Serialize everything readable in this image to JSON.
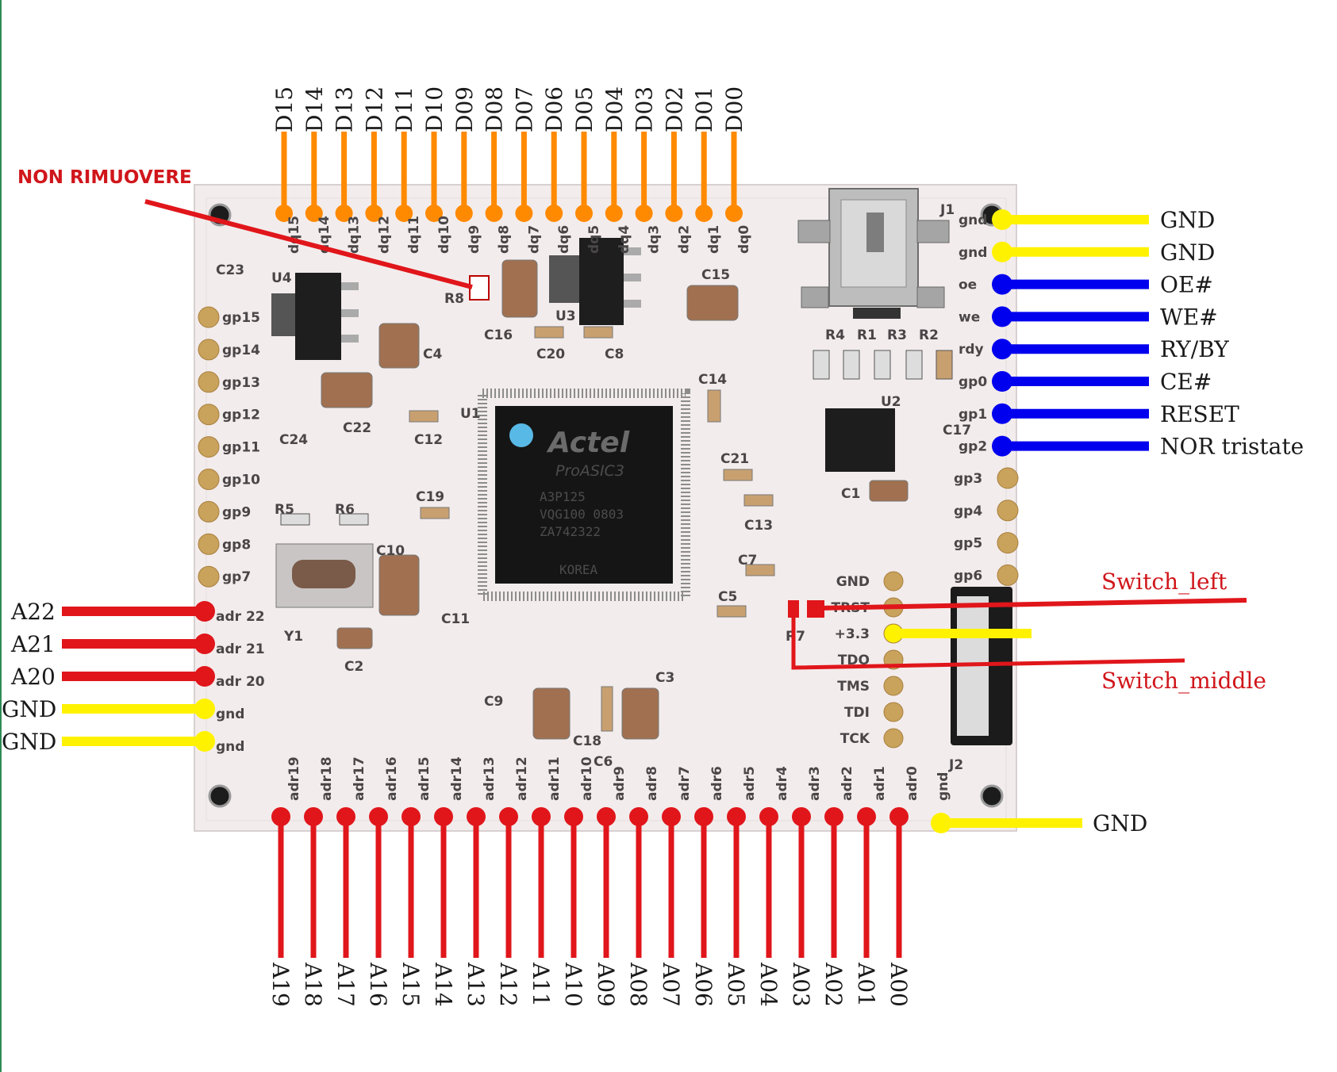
{
  "board": {
    "note_label": "NON RIMUOVERE",
    "chip": {
      "brand": "Actel",
      "family": "ProASIC3",
      "line1": "A3P125",
      "line2": "VQG100   0803",
      "line3": "ZA742322",
      "line4": "KOREA"
    },
    "component_labels": [
      "C23",
      "U4",
      "C15",
      "J1",
      "R8",
      "C16",
      "U3",
      "C20",
      "C8",
      "C4",
      "R4",
      "R1",
      "R3",
      "R2",
      "C24",
      "C22",
      "C12",
      "U1",
      "C14",
      "U2",
      "C17",
      "C21",
      "C1",
      "R5",
      "R6",
      "C19",
      "C13",
      "C10",
      "C7",
      "C5",
      "C11",
      "Y1",
      "C2",
      "C3",
      "C9",
      "C18",
      "C6",
      "J2",
      "R7"
    ],
    "jtag_labels": [
      "GND",
      "TRST",
      "+3.3",
      "TDO",
      "TMS",
      "TDI",
      "TCK"
    ]
  },
  "data_pins": [
    "D15",
    "D14",
    "D13",
    "D12",
    "D11",
    "D10",
    "D09",
    "D08",
    "D07",
    "D06",
    "D05",
    "D04",
    "D03",
    "D02",
    "D01",
    "D00"
  ],
  "data_pad_labels": [
    "dq15",
    "dq14",
    "dq13",
    "dq12",
    "dq11",
    "dq10",
    "dq9",
    "dq8",
    "dq7",
    "dq6",
    "dq5",
    "dq4",
    "dq3",
    "dq2",
    "dq1",
    "dq0"
  ],
  "address_pins": [
    "A19",
    "A18",
    "A17",
    "A16",
    "A15",
    "A14",
    "A13",
    "A12",
    "A11",
    "A10",
    "A09",
    "A08",
    "A07",
    "A06",
    "A05",
    "A04",
    "A03",
    "A02",
    "A01",
    "A00"
  ],
  "address_pad_labels": [
    "adr19",
    "adr18",
    "adr17",
    "adr16",
    "adr15",
    "adr14",
    "adr13",
    "adr12",
    "adr11",
    "adr10",
    "adr9",
    "adr8",
    "adr7",
    "adr6",
    "adr5",
    "adr4",
    "adr3",
    "adr2",
    "adr1",
    "adr0"
  ],
  "left_pins": [
    {
      "label": "A22",
      "pad": "adr 22",
      "color": "red"
    },
    {
      "label": "A21",
      "pad": "adr 21",
      "color": "red"
    },
    {
      "label": "A20",
      "pad": "adr 20",
      "color": "red"
    },
    {
      "label": "GND",
      "pad": "gnd",
      "color": "yellow"
    },
    {
      "label": "GND",
      "pad": "gnd",
      "color": "yellow"
    }
  ],
  "gp_pads": [
    "gp15",
    "gp14",
    "gp13",
    "gp12",
    "gp11",
    "gp10",
    "gp9",
    "gp8",
    "gp7"
  ],
  "right_pins": [
    {
      "label": "GND",
      "pad": "gnd",
      "color": "yellow"
    },
    {
      "label": "GND",
      "pad": "gnd",
      "color": "yellow"
    },
    {
      "label": "OE#",
      "pad": "oe",
      "color": "blue"
    },
    {
      "label": "WE#",
      "pad": "we",
      "color": "blue"
    },
    {
      "label": "RY/BY",
      "pad": "rdy",
      "color": "blue"
    },
    {
      "label": "CE#",
      "pad": "gp0",
      "color": "blue"
    },
    {
      "label": "RESET",
      "pad": "gp1",
      "color": "blue"
    },
    {
      "label": "NOR tristate",
      "pad": "gp2",
      "color": "blue"
    }
  ],
  "right_gp_pads": [
    "gp3",
    "gp4",
    "gp5",
    "gp6"
  ],
  "switch_left_label": "Switch_left",
  "switch_middle_label": "Switch_middle",
  "bottom_gnd": {
    "label": "GND",
    "pad": "gnd"
  },
  "colors": {
    "red": "#e0161b",
    "orange": "#ff8a00",
    "yellow": "#fff200",
    "blue": "#0000ee",
    "board": "#f4eeee",
    "pad": "#c9a25b"
  }
}
